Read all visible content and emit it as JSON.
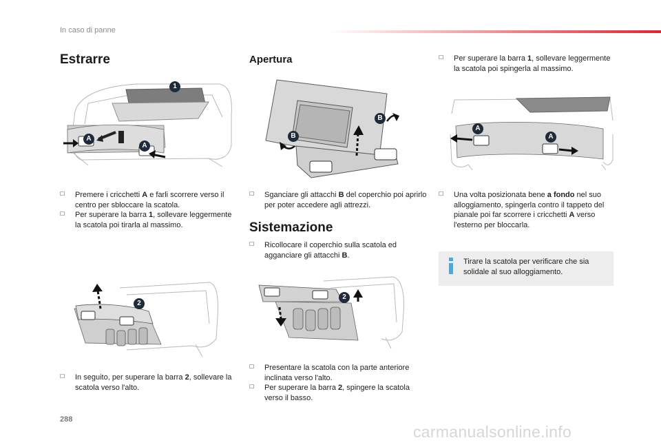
{
  "header": {
    "section_title": "In caso di panne"
  },
  "col1": {
    "title": "Estrarre",
    "figure1_callouts": [
      "1",
      "A",
      "A"
    ],
    "bullets_a": [
      {
        "parts": [
          "Premere i cricchetti ",
          "A",
          " e farli scorrere verso il centro per sbloccare la scatola."
        ]
      },
      {
        "parts": [
          "Per superare la barra ",
          "1",
          ", sollevare leggermente la scatola poi tirarla al massimo."
        ]
      }
    ],
    "figure2_callouts": [
      "2"
    ],
    "bullets_b": [
      {
        "parts": [
          "In seguito, per superare la barra ",
          "2",
          ", sollevare la scatola verso l'alto."
        ]
      }
    ]
  },
  "col2": {
    "title": "Apertura",
    "figure1_callouts": [
      "B",
      "B"
    ],
    "bullets_a": [
      {
        "parts": [
          "Sganciare gli attacchi ",
          "B",
          " del coperchio poi aprirlo per poter accedere agli attrezzi."
        ]
      }
    ],
    "title2": "Sistemazione",
    "bullets_b": [
      {
        "parts": [
          "Ricollocare il coperchio sulla scatola ed agganciare gli attacchi ",
          "B",
          "."
        ]
      }
    ],
    "figure2_callouts": [
      "2"
    ],
    "bullets_c": [
      {
        "parts": [
          "Presentare la scatola con la parte anteriore inclinata verso l'alto.",
          "",
          ""
        ]
      },
      {
        "parts": [
          "Per superare la barra ",
          "2",
          ", spingere la scatola verso il basso."
        ]
      }
    ]
  },
  "col3": {
    "bullets_a": [
      {
        "parts": [
          "Per superare la barra ",
          "1",
          ", sollevare leggermente la scatola poi spingerla al massimo."
        ]
      }
    ],
    "figure1_callouts": [
      "A",
      "A"
    ],
    "bullets_b": [
      {
        "parts": [
          "Una volta posizionata bene ",
          "a fondo",
          " nel suo alloggiamento, spingerla contro il tappeto del pianale poi far scorrere i cricchetti ",
          "A",
          " verso l'esterno per bloccarla."
        ]
      }
    ],
    "note": "Tirare la scatola per verificare che sia solidale al suo alloggiamento."
  },
  "footer": {
    "page_number": "288",
    "watermark": "carmanualsonline.info"
  },
  "colors": {
    "accent_red": "#e3232c",
    "info_blue": "#4aa8dc",
    "callout": "#1f2a3a",
    "note_bg": "#ededed"
  },
  "icons": {
    "bullet": "checkbox-bullet-icon",
    "note": "info-icon"
  }
}
